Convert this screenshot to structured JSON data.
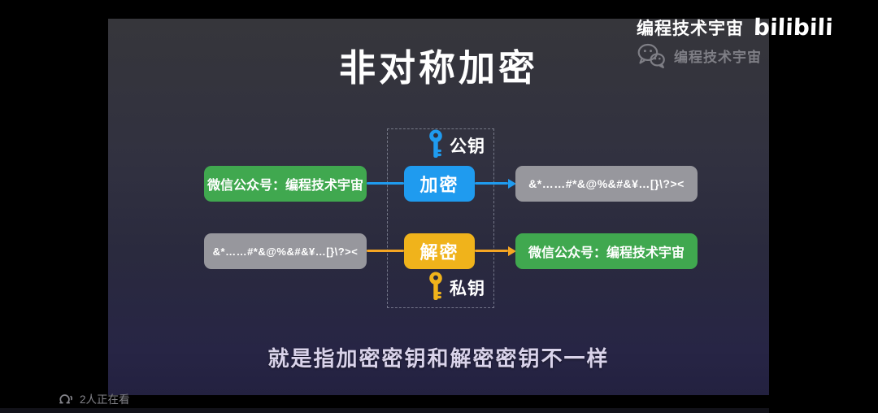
{
  "watermark": {
    "channel_name": "编程技术宇宙",
    "platform_logo": "bilibili",
    "wechat_account": "编程技术宇宙"
  },
  "title": "非对称加密",
  "diagram": {
    "public_key_label": "公钥",
    "private_key_label": "私钥",
    "encrypt_label": "加密",
    "decrypt_label": "解密",
    "plaintext": "微信公众号：编程技术宇宙",
    "ciphertext": "&*……#*&@%&#&¥…[}\\?><"
  },
  "subtitle": "就是指加密密钥和解密密钥不一样",
  "footer": {
    "watching_status": "2人正在看"
  },
  "colors": {
    "encrypt_blue": "#1f9bef",
    "decrypt_yellow": "#f0b31b",
    "plaintext_green": "#40a84f",
    "ciphertext_gray": "#97979d",
    "arrow_orange": "#f5a623"
  }
}
